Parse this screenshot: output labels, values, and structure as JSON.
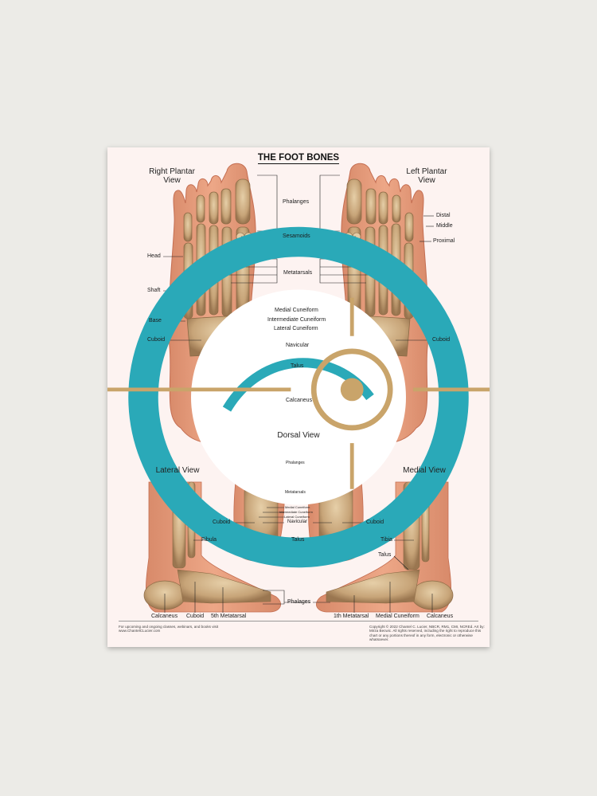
{
  "poster": {
    "title": "THE FOOT BONES",
    "logo_icon": "circle-logo-icon",
    "ornament_icon": "sun-ornament-icon",
    "colors": {
      "skin": "#e39a7a",
      "skin_dark": "#d17a5c",
      "bone": "#c9a77c",
      "bone_dark": "#8c6a45",
      "background": "#fdf3f1",
      "logo": "#2aa9b8"
    }
  },
  "views": {
    "right_plantar": "Right Plantar View",
    "left_plantar": "Left Plantar View",
    "dorsal": "Dorsal View",
    "lateral": "Lateral View",
    "medial": "Medial View"
  },
  "labels": {
    "phalanges": "Phalanges",
    "sesamoids": "Sesamoids",
    "metatarsals": "Metatarsals",
    "medial_cuneiform": "Medial Cuneiform",
    "intermediate_cuneiform": "Intermediate Cuneiform",
    "lateral_cuneiform": "Lateral Cuneiform",
    "navicular": "Navicular",
    "talus": "Talus",
    "calcaneus": "Calcaneus",
    "head": "Head",
    "shaft": "Shaft",
    "base": "Base",
    "cuboid": "Cuboid",
    "distal": "Distal",
    "middle": "Middle",
    "proximal": "Proximal",
    "fibula": "Fibula",
    "tibia": "Tibia",
    "fifth_metatarsal": "5th Metatarsal",
    "first_metatarsal": "1th Metatarsal",
    "phalages": "Phalages"
  },
  "footer": {
    "left_text": "For upcoming and ongoing classes, webinars, and books visit www.ChantelCLucier.com",
    "right_text": "Copyright © 2022 Chantel C. Lucier, NBCR, RM1, CMI, NCREd. Art by: Mirza Becwic. All rights reserved, including the right to reproduce this chart or any portions thereof in any form, electronic or otherwise whatsoever."
  }
}
